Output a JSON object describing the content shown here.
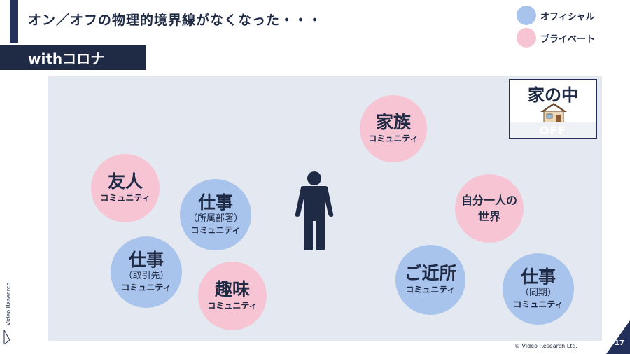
{
  "header": {
    "title": "オン／オフの物理的境界線がなくなった・・・",
    "band_label": "withコロナ"
  },
  "legend": [
    {
      "label": "オフィシャル",
      "color": "#a8c3ec"
    },
    {
      "label": "プライベート",
      "color": "#f6c4d3"
    }
  ],
  "home": {
    "title": "家の中",
    "status": "OFF",
    "icon": "house-icon"
  },
  "circles": {
    "family": {
      "main": "家族",
      "sub": "コミュニティ"
    },
    "friends": {
      "main": "友人",
      "sub": "コミュニティ"
    },
    "work_dept": {
      "main": "仕事",
      "paren": "（所属部署）",
      "sub": "コミュニティ"
    },
    "work_client": {
      "main": "仕事",
      "paren": "（取引先）",
      "sub": "コミュニティ"
    },
    "hobby": {
      "main": "趣味",
      "sub": "コミュニティ"
    },
    "own_world": {
      "line1": "自分一人の",
      "line2": "世界"
    },
    "neighbor": {
      "main": "ご近所",
      "sub": "コミュニティ"
    },
    "work_peers": {
      "main": "仕事",
      "paren": "（同期）",
      "sub": "コミュニティ"
    }
  },
  "footer": {
    "brand": "Video Research",
    "copyright": "© Video Research Ltd.",
    "page_number": "17"
  },
  "colors": {
    "navy": "#1f2a44",
    "official": "#a8c3ec",
    "private": "#f6c4d3",
    "canvas": "#e4e9f1"
  }
}
